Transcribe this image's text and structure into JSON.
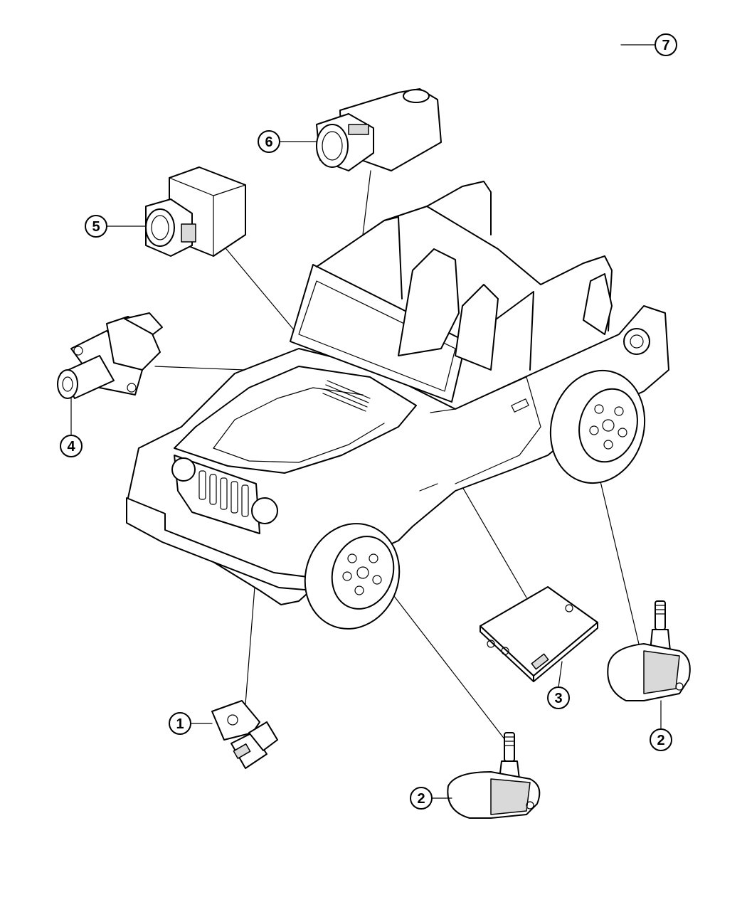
{
  "callouts": [
    {
      "id": "callout-1",
      "label": "1"
    },
    {
      "id": "callout-2-left",
      "label": "2"
    },
    {
      "id": "callout-2-right",
      "label": "2"
    },
    {
      "id": "callout-3",
      "label": "3"
    },
    {
      "id": "callout-4",
      "label": "4"
    },
    {
      "id": "callout-5",
      "label": "5"
    },
    {
      "id": "callout-6",
      "label": "6"
    },
    {
      "id": "callout-7",
      "label": "7"
    }
  ]
}
